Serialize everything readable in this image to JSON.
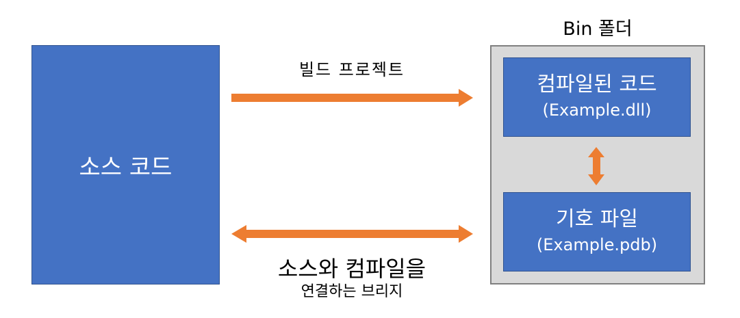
{
  "source_box": {
    "label": "소스 코드"
  },
  "bin_folder": {
    "label": "Bin 폴더",
    "compiled": {
      "title": "컴파일된 코드",
      "file": "(Example.dll)"
    },
    "symbols": {
      "title": "기호 파일",
      "file": "(Example.pdb)"
    }
  },
  "arrows": {
    "build_label": "빌드 프로젝트",
    "bridge_title": "소스와 컴파일을",
    "bridge_subtitle": "연결하는 브리지"
  },
  "colors": {
    "box_fill": "#4472c4",
    "box_border": "#2f528f",
    "folder_fill": "#d9d9d9",
    "folder_border": "#7f7f7f",
    "arrow": "#ed7d31"
  }
}
